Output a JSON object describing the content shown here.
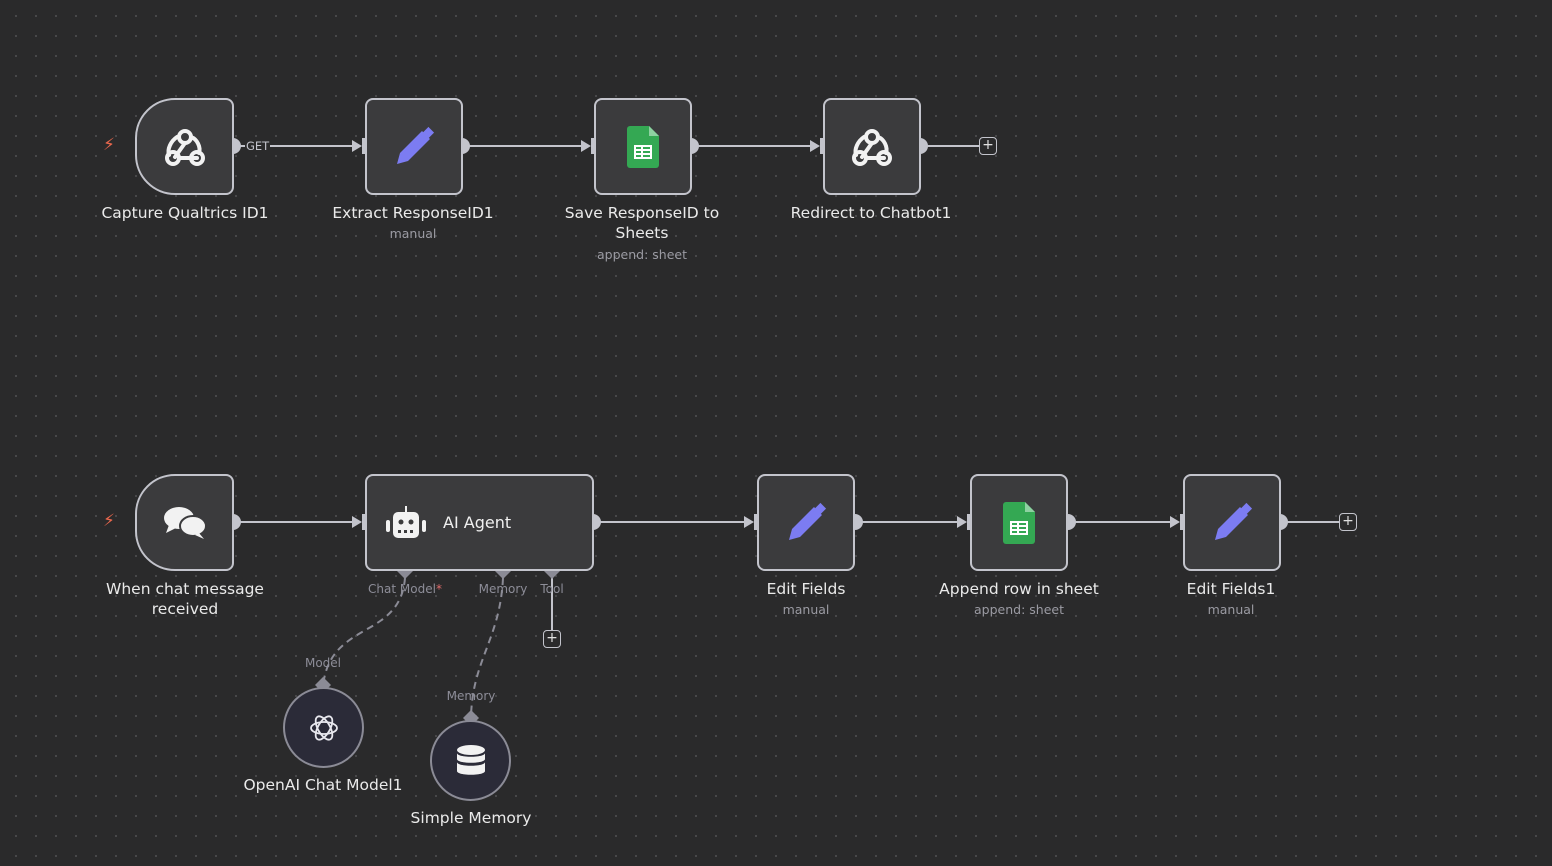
{
  "canvas": {
    "background": "#2a2a2b",
    "node_border": "#c3c4cc",
    "accent_trigger": "#e9674d",
    "pencil_color": "#7c7cf2",
    "sheets_color": "#34a853"
  },
  "workflow_top": {
    "nodes": [
      {
        "name": "Capture Qualtrics ID1",
        "subtitle": "",
        "icon": "webhook-icon",
        "trigger": true
      },
      {
        "name": "Extract ResponseID1",
        "subtitle": "manual",
        "icon": "pencil-icon"
      },
      {
        "name_line1": "Save ResponseID to",
        "name_line2": "Sheets",
        "subtitle": "append: sheet",
        "icon": "google-sheets-icon"
      },
      {
        "name": "Redirect to Chatbot1",
        "subtitle": "",
        "icon": "webhook-icon"
      }
    ],
    "edge_labels": {
      "get": "GET"
    },
    "add_button": "+"
  },
  "workflow_bottom": {
    "nodes": [
      {
        "name_line1": "When chat message",
        "name_line2": "received",
        "icon": "chat-bubbles-icon",
        "trigger": true
      },
      {
        "name": "AI Agent",
        "icon": "robot-icon"
      },
      {
        "name": "Edit Fields",
        "subtitle": "manual",
        "icon": "pencil-icon"
      },
      {
        "name": "Append row in sheet",
        "subtitle": "append: sheet",
        "icon": "google-sheets-icon"
      },
      {
        "name": "Edit Fields1",
        "subtitle": "manual",
        "icon": "pencil-icon"
      }
    ],
    "agent_handles": {
      "chat_model": "Chat Model",
      "required_mark": "*",
      "memory": "Memory",
      "tool": "Tool"
    },
    "sub_nodes": [
      {
        "name": "OpenAI Chat Model1",
        "handle": "Model",
        "icon": "openai-icon"
      },
      {
        "name": "Simple Memory",
        "handle": "Memory",
        "icon": "database-icon"
      }
    ],
    "add_button": "+"
  }
}
